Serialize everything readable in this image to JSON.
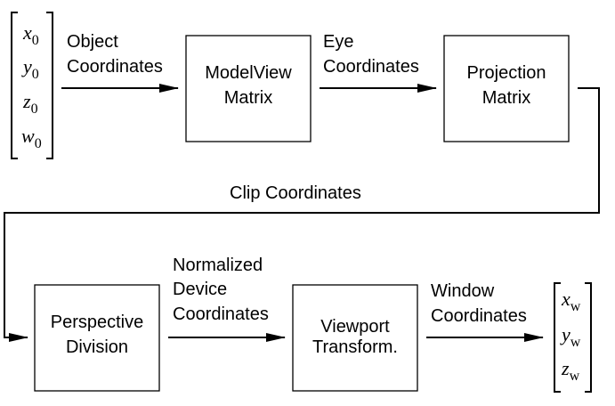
{
  "diagram": {
    "input_vector": {
      "components": [
        {
          "var": "x",
          "sub": "0"
        },
        {
          "var": "y",
          "sub": "0"
        },
        {
          "var": "z",
          "sub": "0"
        },
        {
          "var": "w",
          "sub": "0"
        }
      ]
    },
    "output_vector": {
      "components": [
        {
          "var": "x",
          "sub": "w"
        },
        {
          "var": "y",
          "sub": "w"
        },
        {
          "var": "z",
          "sub": "w"
        }
      ]
    },
    "nodes": {
      "modelview": [
        "ModelView",
        "Matrix"
      ],
      "projection": [
        "Projection",
        "Matrix"
      ],
      "perspective": [
        "Perspective",
        "Division"
      ],
      "viewport": [
        "Viewport",
        "Transform."
      ]
    },
    "edge_labels": {
      "object": [
        "Object",
        "Coordinates"
      ],
      "eye": [
        "Eye",
        "Coordinates"
      ],
      "clip": [
        "Clip Coordinates"
      ],
      "ndc": [
        "Normalized",
        "Device",
        "Coordinates"
      ],
      "window": [
        "Window",
        "Coordinates"
      ]
    }
  }
}
